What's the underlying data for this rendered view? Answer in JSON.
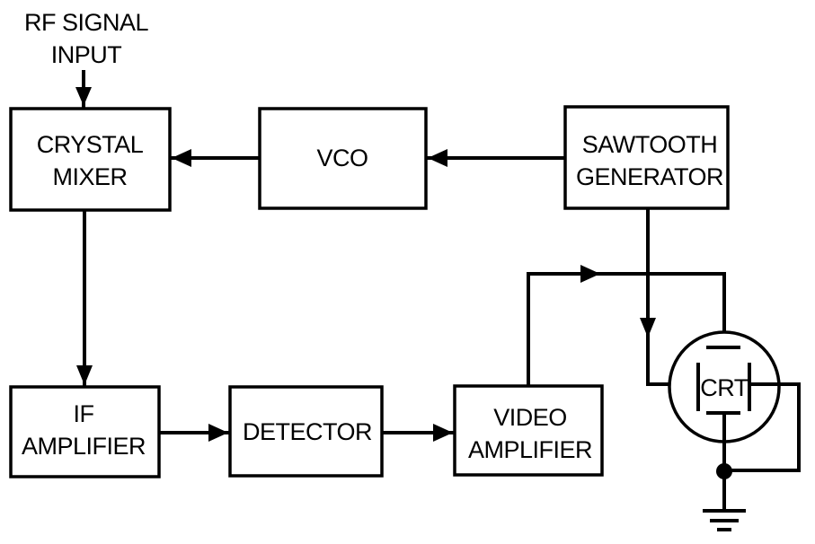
{
  "diagram": {
    "input": {
      "line1": "RF SIGNAL",
      "line2": "INPUT"
    },
    "blocks": {
      "crystal_mixer": {
        "line1": "CRYSTAL",
        "line2": "MIXER"
      },
      "vco": {
        "line1": "VCO"
      },
      "sawtooth_generator": {
        "line1": "SAWTOOTH",
        "line2": "GENERATOR"
      },
      "if_amplifier": {
        "line1": "IF",
        "line2": "AMPLIFIER"
      },
      "detector": {
        "line1": "DETECTOR"
      },
      "video_amplifier": {
        "line1": "VIDEO",
        "line2": "AMPLIFIER"
      },
      "crt": {
        "line1": "CRT"
      }
    }
  }
}
